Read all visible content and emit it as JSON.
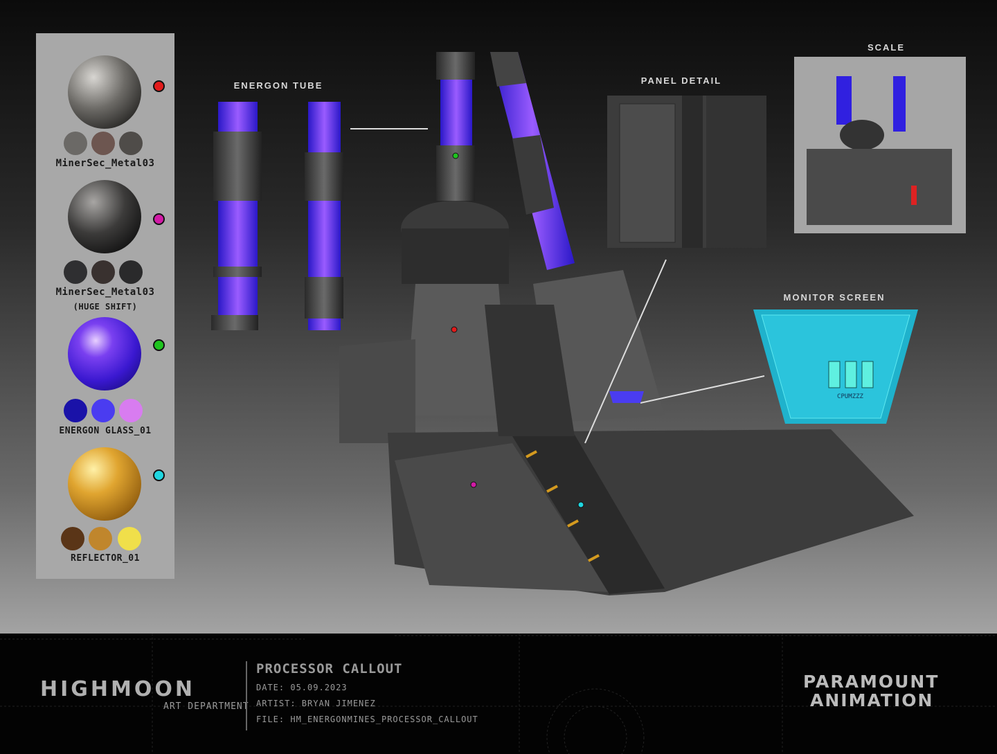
{
  "materials": [
    {
      "name": "MinerSec_Metal03",
      "dot_color": "#e21b1b",
      "swatches": [
        "#6b6966",
        "#6d5650",
        "#4f4c49"
      ]
    },
    {
      "name": "MinerSec_Metal03",
      "subtitle": "(HUGE SHIFT)",
      "dot_color": "#d21aa6",
      "swatches": [
        "#2f2f31",
        "#39312f",
        "#2a2a2b"
      ]
    },
    {
      "name": "ENERGON GLASS_01",
      "dot_color": "#1ec41e",
      "swatches": [
        "#1a12a8",
        "#4a3cf0",
        "#d87cf0"
      ]
    },
    {
      "name": "REFLECTOR_01",
      "dot_color": "#1fd6e0",
      "swatches": [
        "#5a3517",
        "#c0862c",
        "#f0df4a"
      ]
    }
  ],
  "callouts": {
    "energon_tube": "ENERGON TUBE",
    "panel_detail": "PANEL DETAIL",
    "scale": "SCALE",
    "monitor_screen": "MONITOR SCREEN"
  },
  "monitor_text": "CPUMZZZ",
  "footer": {
    "studio_logo": "HIGHMOON",
    "department": "ART DEPARTMENT",
    "title": "PROCESSOR CALLOUT",
    "date": "DATE: 05.09.2023",
    "artist": "ARTIST: BRYAN JIMENEZ",
    "file": "FILE: HM_ENERGONMINES_PROCESSOR_CALLOUT",
    "partner_logo_line1": "PARAMOUNT",
    "partner_logo_line2": "ANIMATION"
  }
}
